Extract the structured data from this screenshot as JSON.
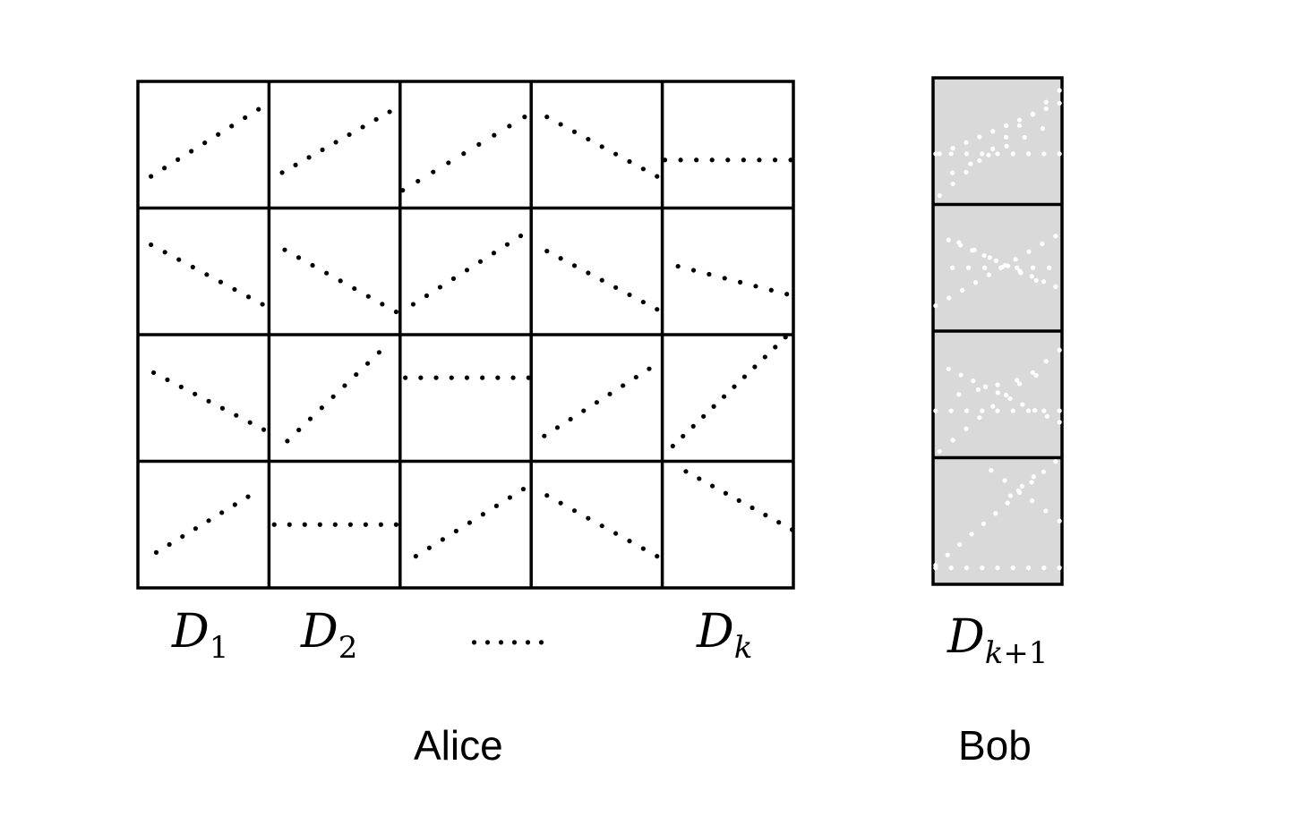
{
  "labels": {
    "d1": {
      "base": "D",
      "sub": "1"
    },
    "d2": {
      "base": "D",
      "sub": "2"
    },
    "ellipsis": "......",
    "dk": {
      "base": "D",
      "sub": "k"
    },
    "dk1": {
      "base": "D",
      "sub_var": "k",
      "sub_rest": "+1"
    },
    "alice": "Alice",
    "bob": "Bob"
  },
  "colors": {
    "line": "#000000",
    "bob_fill": "#d9d9d9",
    "bob_dots": "#ffffff"
  },
  "alice_grid": {
    "rows": 4,
    "cols": 5,
    "cell_patterns": [
      [
        "rising",
        "rising",
        "rising",
        "falling",
        "flat"
      ],
      [
        "falling",
        "falling",
        "rising",
        "falling",
        "falling"
      ],
      [
        "falling",
        "rising",
        "flat",
        "rising",
        "rising"
      ],
      [
        "rising",
        "flat",
        "rising",
        "falling",
        "falling"
      ]
    ]
  },
  "bob_column": {
    "rows": 4,
    "description_patterns": [
      "mixed",
      "mixed",
      "mixed",
      "mixed"
    ]
  }
}
